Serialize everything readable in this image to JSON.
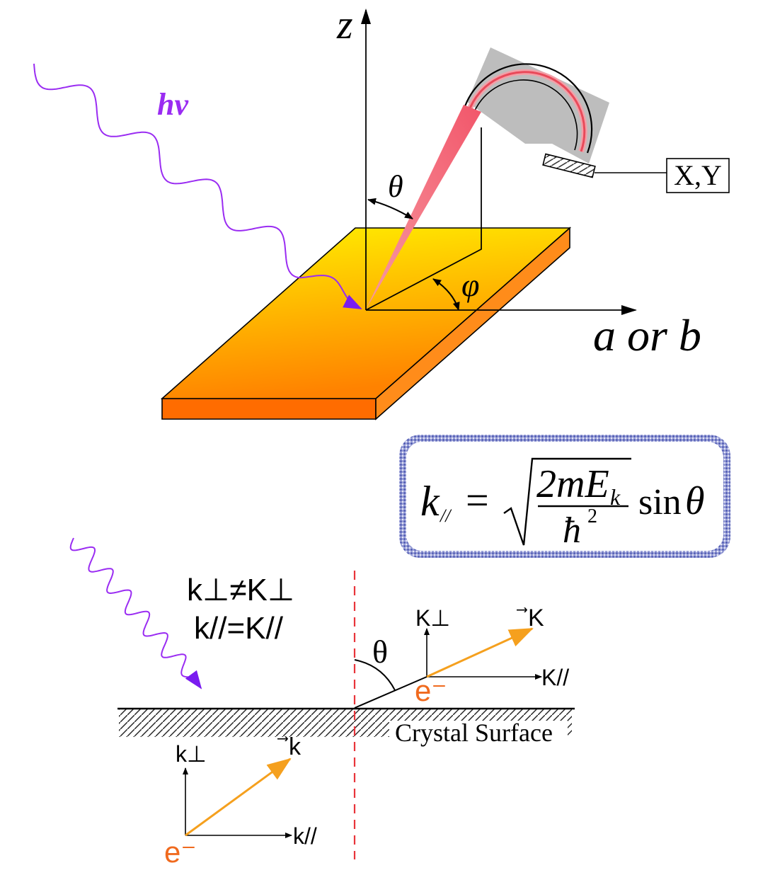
{
  "top_diagram": {
    "z_axis_label": "z",
    "photon_label": "hν",
    "theta_label": "θ",
    "phi_label": "φ",
    "in_plane_axis_label": "a or b",
    "detector_output_label": "X,Y"
  },
  "formula": {
    "lhs": "k",
    "lhs_subscript": "//",
    "equals": "=",
    "numerator": "2mE",
    "numerator_subscript": "k",
    "denominator": "ħ",
    "denominator_power": "2",
    "trig": "sin",
    "angle": "θ"
  },
  "bottom_diagram": {
    "relation_perp": "k⊥≠K⊥",
    "relation_par": "k//=K//",
    "theta_label": "θ",
    "surface_label": "Crystal Surface",
    "outside_K_perp": "K⊥",
    "outside_K_par": "K//",
    "outside_K_vec": "⃗K",
    "outside_electron": "e⁻",
    "inside_k_perp": "k⊥",
    "inside_k_par": "k//",
    "inside_k_vec": "⃗k",
    "inside_electron": "e⁻"
  },
  "colors": {
    "photon": "#9a2cf2",
    "electron": "#f08a14",
    "beam": "#f46e7a",
    "normal_line": "#e8343a",
    "formula_border": "#5a64b4",
    "sample_top_light": "#ffee00",
    "sample_top_dark": "#ff8a00",
    "sample_side": "#ff6a00",
    "analyzer_gray": "#bdbdbd"
  }
}
